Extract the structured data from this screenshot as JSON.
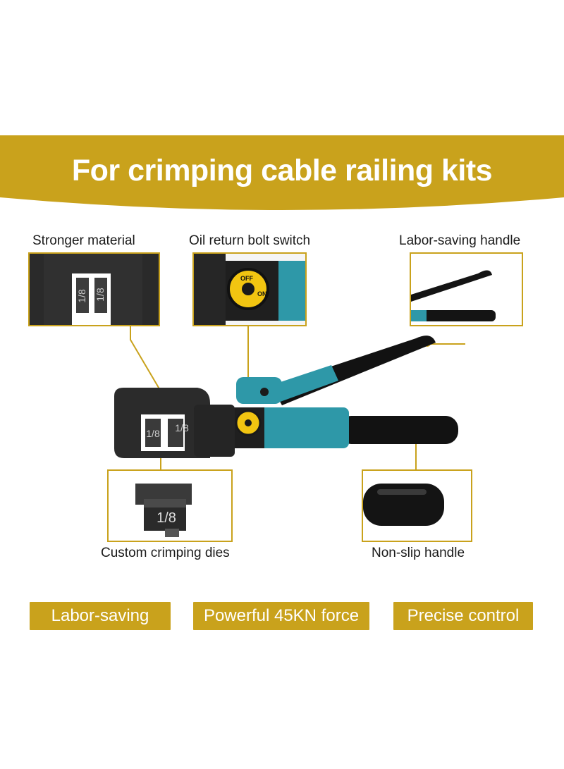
{
  "banner": {
    "title": "For crimping cable railing kits",
    "color": "#c9a21c"
  },
  "callouts": [
    {
      "id": "stronger-material",
      "label": "Stronger material"
    },
    {
      "id": "oil-return",
      "label": "Oil return bolt switch",
      "dial_off": "OFF",
      "dial_on": "ON"
    },
    {
      "id": "labor-saving-handle",
      "label": "Labor-saving handle"
    },
    {
      "id": "custom-dies",
      "label": "Custom crimping dies",
      "die_size": "1/8"
    },
    {
      "id": "non-slip-handle",
      "label": "Non-slip handle"
    }
  ],
  "tool": {
    "die_left": "1/8",
    "die_right": "1/8",
    "body_color": "#2e98a8",
    "handle_color": "#141414"
  },
  "features": [
    {
      "label": "Labor-saving"
    },
    {
      "label": "Powerful 45KN force"
    },
    {
      "label": "Precise control"
    }
  ]
}
